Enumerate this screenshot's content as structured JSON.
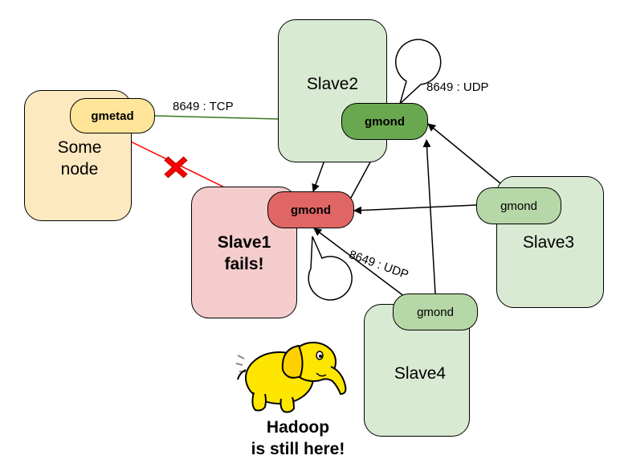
{
  "nodes": {
    "some_node": {
      "label": "Some\nnode",
      "fill": "#fde9c0"
    },
    "slave2": {
      "label": "Slave2",
      "fill": "#d9ead3"
    },
    "slave1": {
      "label": "Slave1\nfails!",
      "fill": "#f4cccc"
    },
    "slave3": {
      "label": "Slave3",
      "fill": "#d9ead3"
    },
    "slave4": {
      "label": "Slave4",
      "fill": "#d9ead3"
    }
  },
  "daemons": {
    "gmetad": {
      "label": "gmetad",
      "fill": "#ffe599"
    },
    "gmond_slave2": {
      "label": "gmond",
      "fill": "#6aa84f"
    },
    "gmond_slave1": {
      "label": "gmond",
      "fill": "#e06666"
    },
    "gmond_slave3": {
      "label": "gmond",
      "fill": "#b6d7a8"
    },
    "gmond_slave4": {
      "label": "gmond",
      "fill": "#b6d7a8"
    }
  },
  "edge_labels": {
    "tcp": "8649 : TCP",
    "udp_slave2": "8649 : UDP",
    "udp_slave1": "8649 : UDP"
  },
  "colors": {
    "tcp_link": "#38761d",
    "failed_link": "#ff0000",
    "fail_mark": "#ff0000"
  },
  "icons": {
    "fail_mark": "x-mark-icon",
    "mascot": "hadoop-elephant-icon"
  },
  "caption": "Hadoop\nis still here!"
}
